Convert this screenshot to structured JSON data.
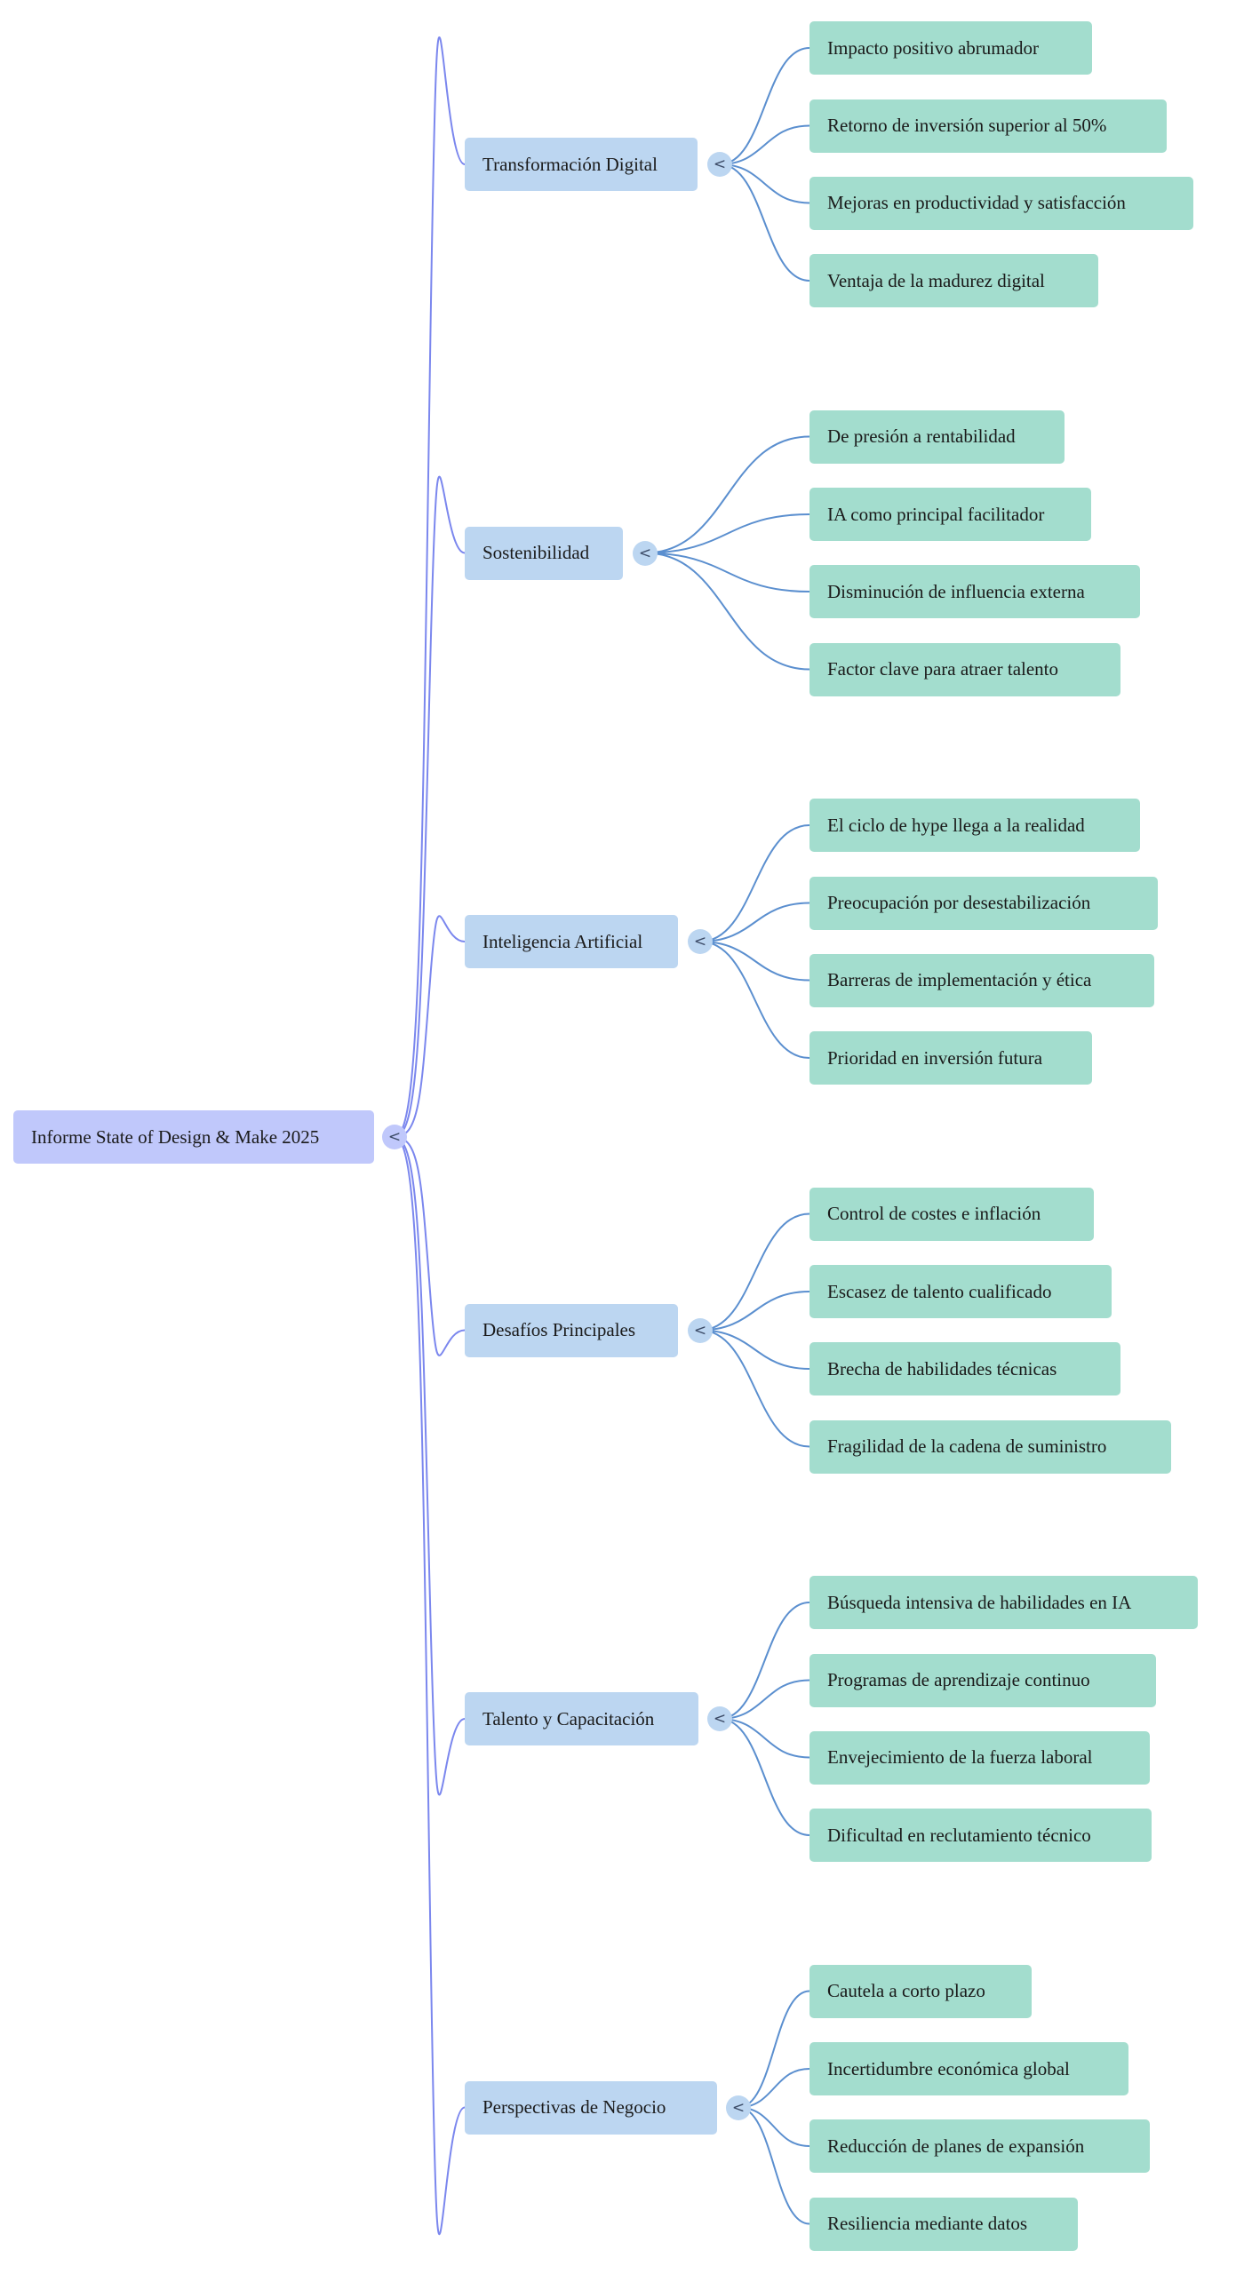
{
  "colors": {
    "root_fill": "#c0c8fb",
    "branch_fill": "#bcd6f1",
    "leaf_fill": "#a3ddce",
    "root_link": "#7b87ee",
    "branch_link": "#5b8fcf"
  },
  "collapse_icon": "<",
  "root": {
    "label": "Informe State of Design & Make 2025"
  },
  "branches": [
    {
      "label": "Transformación Digital",
      "children": [
        "Impacto positivo abrumador",
        "Retorno de inversión superior al 50%",
        "Mejoras en productividad y satisfacción",
        "Ventaja de la madurez digital"
      ]
    },
    {
      "label": "Sostenibilidad",
      "children": [
        "De presión a rentabilidad",
        "IA como principal facilitador",
        "Disminución de influencia externa",
        "Factor clave para atraer talento"
      ]
    },
    {
      "label": "Inteligencia Artificial",
      "children": [
        "El ciclo de hype llega a la realidad",
        "Preocupación por desestabilización",
        "Barreras de implementación y ética",
        "Prioridad en inversión futura"
      ]
    },
    {
      "label": "Desafíos Principales",
      "children": [
        "Control de costes e inflación",
        "Escasez de talento cualificado",
        "Brecha de habilidades técnicas",
        "Fragilidad de la cadena de suministro"
      ]
    },
    {
      "label": "Talento y Capacitación",
      "children": [
        "Búsqueda intensiva de habilidades en IA",
        "Programas de aprendizaje continuo",
        "Envejecimiento de la fuerza laboral",
        "Dificultad en reclutamiento técnico"
      ]
    },
    {
      "label": "Perspectivas de Negocio",
      "children": [
        "Cautela a corto plazo",
        "Incertidumbre económica global",
        "Reducción de planes de expansión",
        "Resiliencia mediante datos"
      ]
    }
  ]
}
